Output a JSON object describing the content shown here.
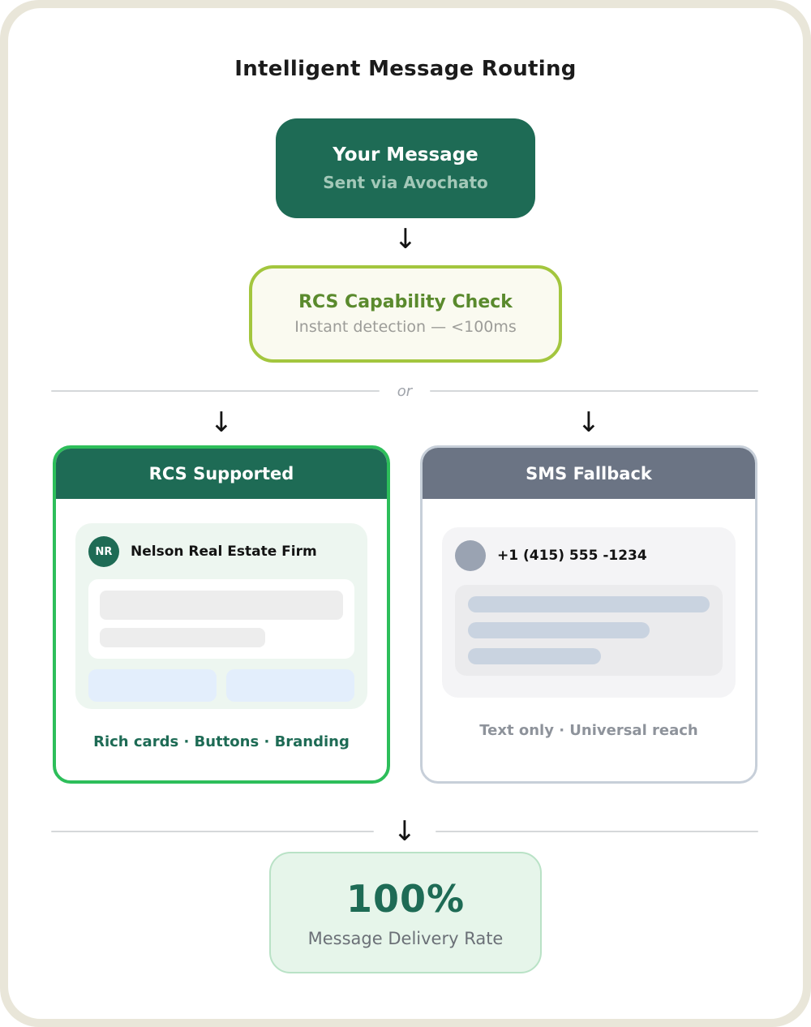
{
  "title": "Intelligent Message Routing",
  "flow": {
    "arrow": "↓",
    "or_label": "or",
    "source": {
      "title": "Your Message",
      "subtitle": "Sent via Avochato"
    },
    "capability_check": {
      "title": "RCS Capability Check",
      "subtitle": "Instant detection — <100ms"
    }
  },
  "branches": {
    "rcs": {
      "header": "RCS Supported",
      "avatar_initials": "NR",
      "sender_name": "Nelson Real Estate Firm",
      "features": "Rich cards · Buttons · Branding"
    },
    "sms": {
      "header": "SMS Fallback",
      "phone_number": "+1 (415) 555 -1234",
      "features": "Text only · Universal reach"
    }
  },
  "result": {
    "value": "100%",
    "label": "Message Delivery Rate"
  },
  "colors": {
    "brand_green": "#1e6b55",
    "bright_green_border": "#2dbe5a",
    "lime_border": "#a3c63e",
    "olive_text": "#5a8a2d",
    "slate_header": "#6b7484",
    "frame_beige": "#e9e6d9",
    "light_green_panel": "#edf6f0",
    "light_gray_panel": "#f4f4f6",
    "button_blue": "#e3eefc",
    "sms_bar_blue_gray": "#c9d3e0",
    "result_bg": "#e6f5ea"
  }
}
